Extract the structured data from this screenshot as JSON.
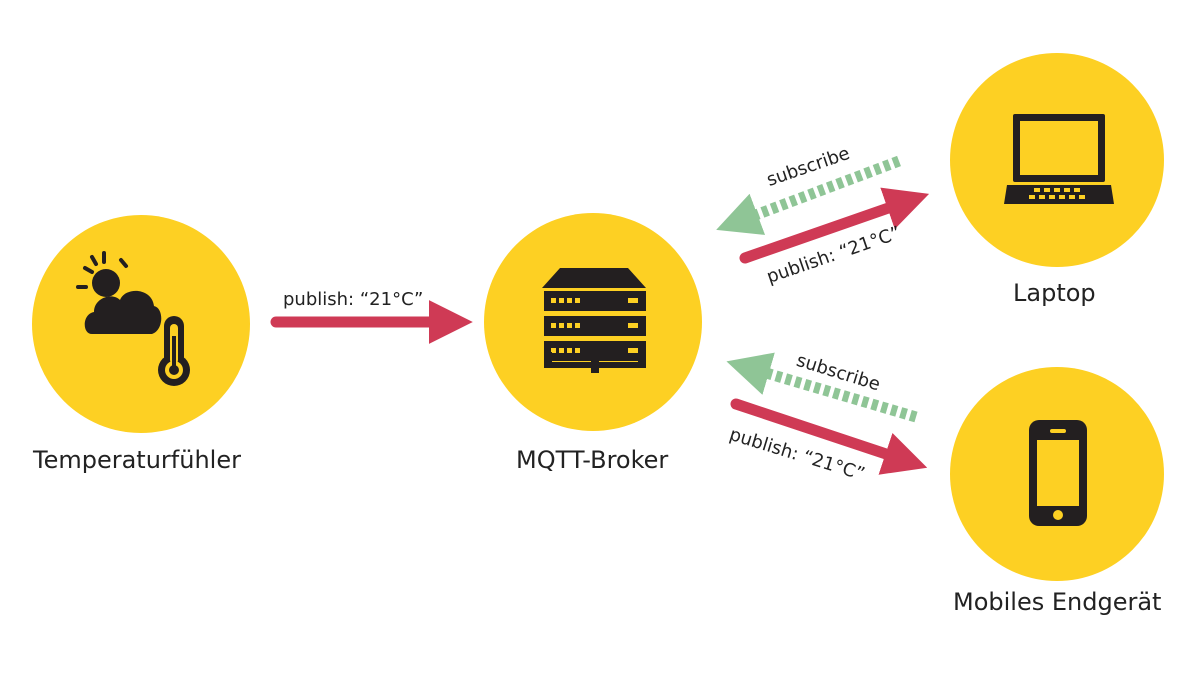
{
  "nodes": {
    "sensor": {
      "label": "Temperaturfühler",
      "icon": "weather-thermometer-icon"
    },
    "broker": {
      "label": "MQTT-Broker",
      "icon": "server-icon"
    },
    "laptop": {
      "label": "Laptop",
      "icon": "laptop-icon"
    },
    "mobile": {
      "label": "Mobiles Endgerät",
      "icon": "smartphone-icon"
    }
  },
  "edges": {
    "sensor_to_broker": {
      "label": "publish: “21°C”"
    },
    "broker_to_laptop": {
      "label": "publish: “21°C”"
    },
    "laptop_subscribe": {
      "label": "subscribe"
    },
    "mobile_subscribe": {
      "label": "subscribe"
    },
    "broker_to_mobile": {
      "label": "publish: “21°C”"
    }
  },
  "colors": {
    "node_fill": "#FDD023",
    "icon": "#231F20",
    "publish_arrow": "#CF3A55",
    "subscribe_arrow": "#8FC596",
    "text": "#222222"
  }
}
